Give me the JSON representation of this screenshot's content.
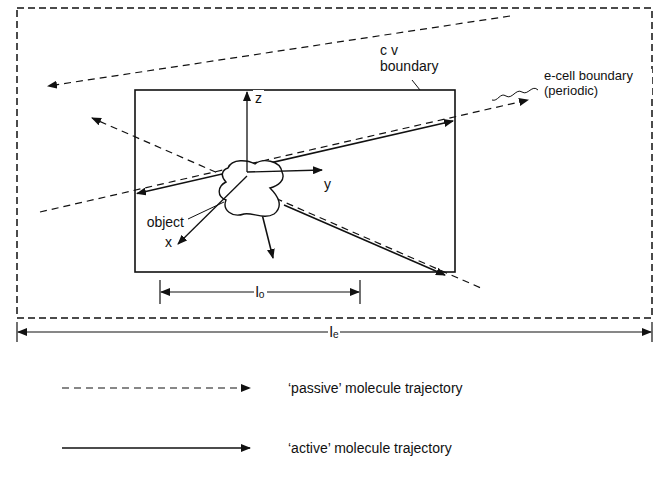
{
  "diagram": {
    "labels": [
      "c v boundary",
      "e-cell boundary (periodic)",
      "z",
      "y",
      "x",
      "object",
      "lₒ",
      "lₑ"
    ],
    "legend": [
      {
        "text": "‘passive’ molecule trajectory"
      },
      {
        "text": "‘active’ molecule trajectory"
      }
    ]
  }
}
